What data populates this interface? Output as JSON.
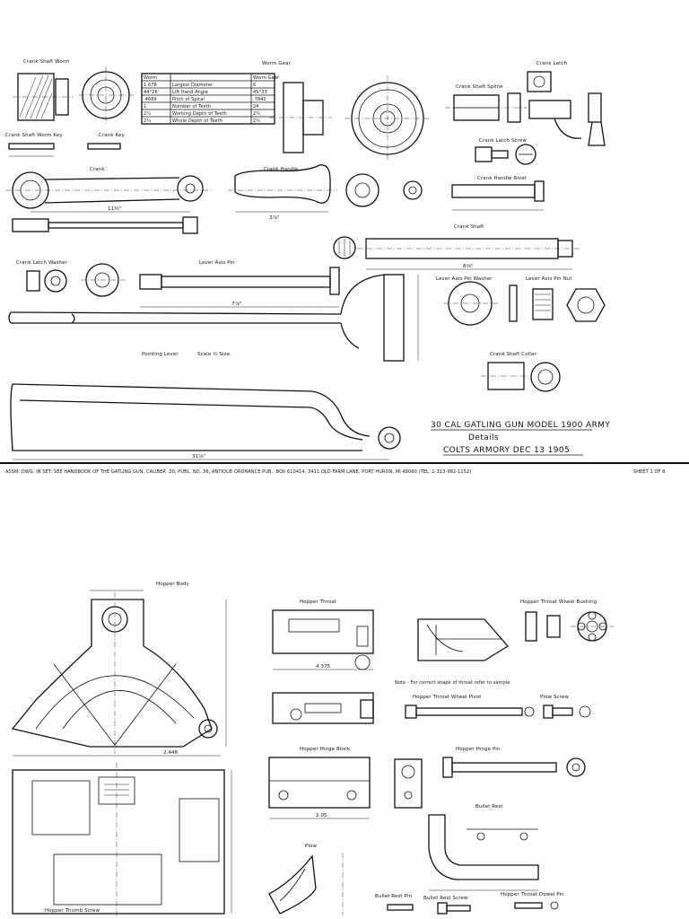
{
  "sheet1": {
    "labels": {
      "crank_shaft_worm": "Crank Shaft Worm",
      "worm_gear": "Worm Gear",
      "crank_latch": "Crank Latch",
      "crank_shaft_spline": "Crank Shaft Spline",
      "crank_shaft_worm_key": "Crank Shaft Worm Key",
      "crank_key": "Crank Key",
      "crank_latch_screw": "Crank Latch Screw",
      "crank": "Crank",
      "crank_handle": "Crank Handle",
      "crank_handle_rivet": "Crank Handle Rivet",
      "crank_shaft": "Crank Shaft",
      "crank_latch_washer": "Crank Latch Washer",
      "lever_axis_pin": "Lever Axis Pin",
      "lever_axis_pin_washer": "Lever Axis Pin Washer",
      "lever_axis_pin_nut": "Lever Axis Pin Nut",
      "pointing_lever": "Pointing Lever",
      "scale": "Scale ½ Size.",
      "crank_shaft_collar": "Crank Shaft Collar"
    },
    "table": {
      "header": [
        "Worm",
        "",
        "Worm Gear"
      ],
      "rows": [
        [
          "1.678",
          "Largest Diameter",
          "6"
        ],
        [
          "44°26'",
          "Lift Hand Angle",
          "45°33'"
        ],
        [
          ".4689",
          "Pitch of Spiral",
          ".7842"
        ],
        [
          "1",
          "Number of Teeth",
          "24"
        ],
        [
          "2¼",
          "Working Depth of Teeth",
          "2¼"
        ],
        [
          "2¾",
          "Whole Depth of Teeth",
          "2¾"
        ]
      ]
    },
    "title_block": {
      "line1": "30 CAL GATLING GUN MODEL 1900 ARMY",
      "line2": "Details",
      "line3": "COLTS ARMORY DEC 13 1905"
    },
    "footer": {
      "note": "ASSM. DWG. IN SET: SEE HANDBOOK OF THE GATLING GUN, CALIBER .30, PUBL. ND. 36, ANTIQUE ORDNANCE PUB., BOX 610414, 3411 OLD FARM LANE, PORT HURON, MI 48060 (TEL: 1-313-982-1152)",
      "sheet": "SHEET 1 OF 8"
    },
    "dims": {
      "crank_length": "11⅜\"",
      "lever_pin_length": "7⅞\"",
      "pointing_lever_length": "31⅞\"",
      "crank_shaft_length": "8⅜\"",
      "handle_length": "3⅞\""
    }
  },
  "sheet2": {
    "labels": {
      "hopper_body": "Hopper Body",
      "hopper_throat": "Hopper Throat",
      "hopper_throat_wheel_bushing": "Hopper Throat Wheel Bushing",
      "note": "Note - For correct shape of throat refer to sample.",
      "hopper_throat_wheel_pivot": "Hopper Throat Wheel Pivot",
      "plow_screw": "Plow Screw",
      "hopper_hinge_block": "Hopper Hinge Block",
      "hopper_hinge_pin": "Hopper Hinge Pin",
      "bullet_rest": "Bullet Rest",
      "plow": "Plow",
      "bullet_rest_pin": "Bullet Rest Pin",
      "bullet_rest_screw": "Bullet Rest Screw",
      "hopper_throat_dowel_pin": "Hopper Throat Dowel Pin",
      "hopper_thumb_screw": "Hopper Thumb Screw"
    },
    "dims": {
      "throat_length": "4.375",
      "body_width": "2.446",
      "hinge_block_length": "2.05"
    }
  }
}
